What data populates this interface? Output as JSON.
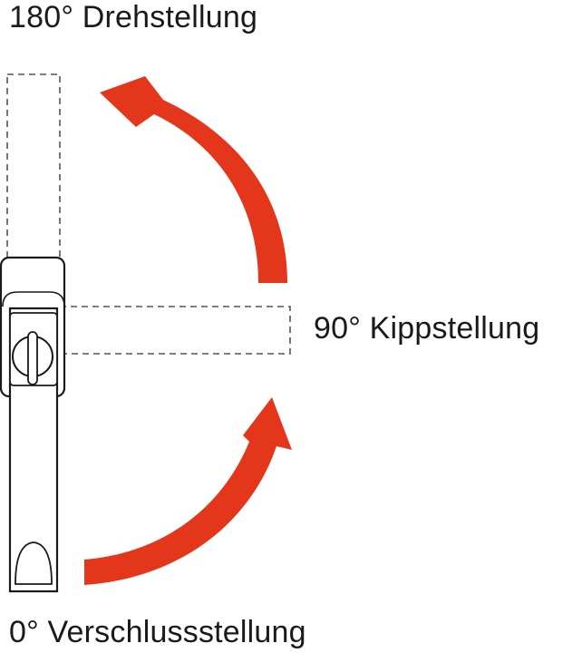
{
  "labels": {
    "top": "180° Drehstellung",
    "middle": "90° Kippstellung",
    "bottom": "0° Verschlussstellung"
  },
  "colors": {
    "arrow": "#e4361b",
    "outline": "#1a1a1a",
    "dashed": "#555555"
  }
}
